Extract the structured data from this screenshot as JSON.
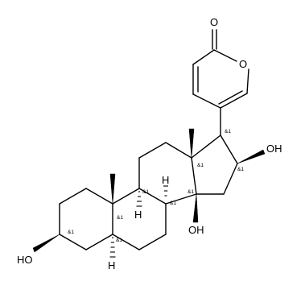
{
  "labels": {
    "o_carbonyl": "O",
    "o_ring": "O",
    "oh_16": "OH",
    "oh_14": "OH",
    "oh_3": "HO",
    "h_8": "H",
    "h_9": "H",
    "h_5": "H"
  },
  "stereo": {
    "c17": "&1",
    "c16": "&1",
    "c13": "&1",
    "c14": "&1",
    "c8": "&1",
    "c9": "&1",
    "c10": "&1",
    "c3": "&1",
    "c5": "&1"
  }
}
